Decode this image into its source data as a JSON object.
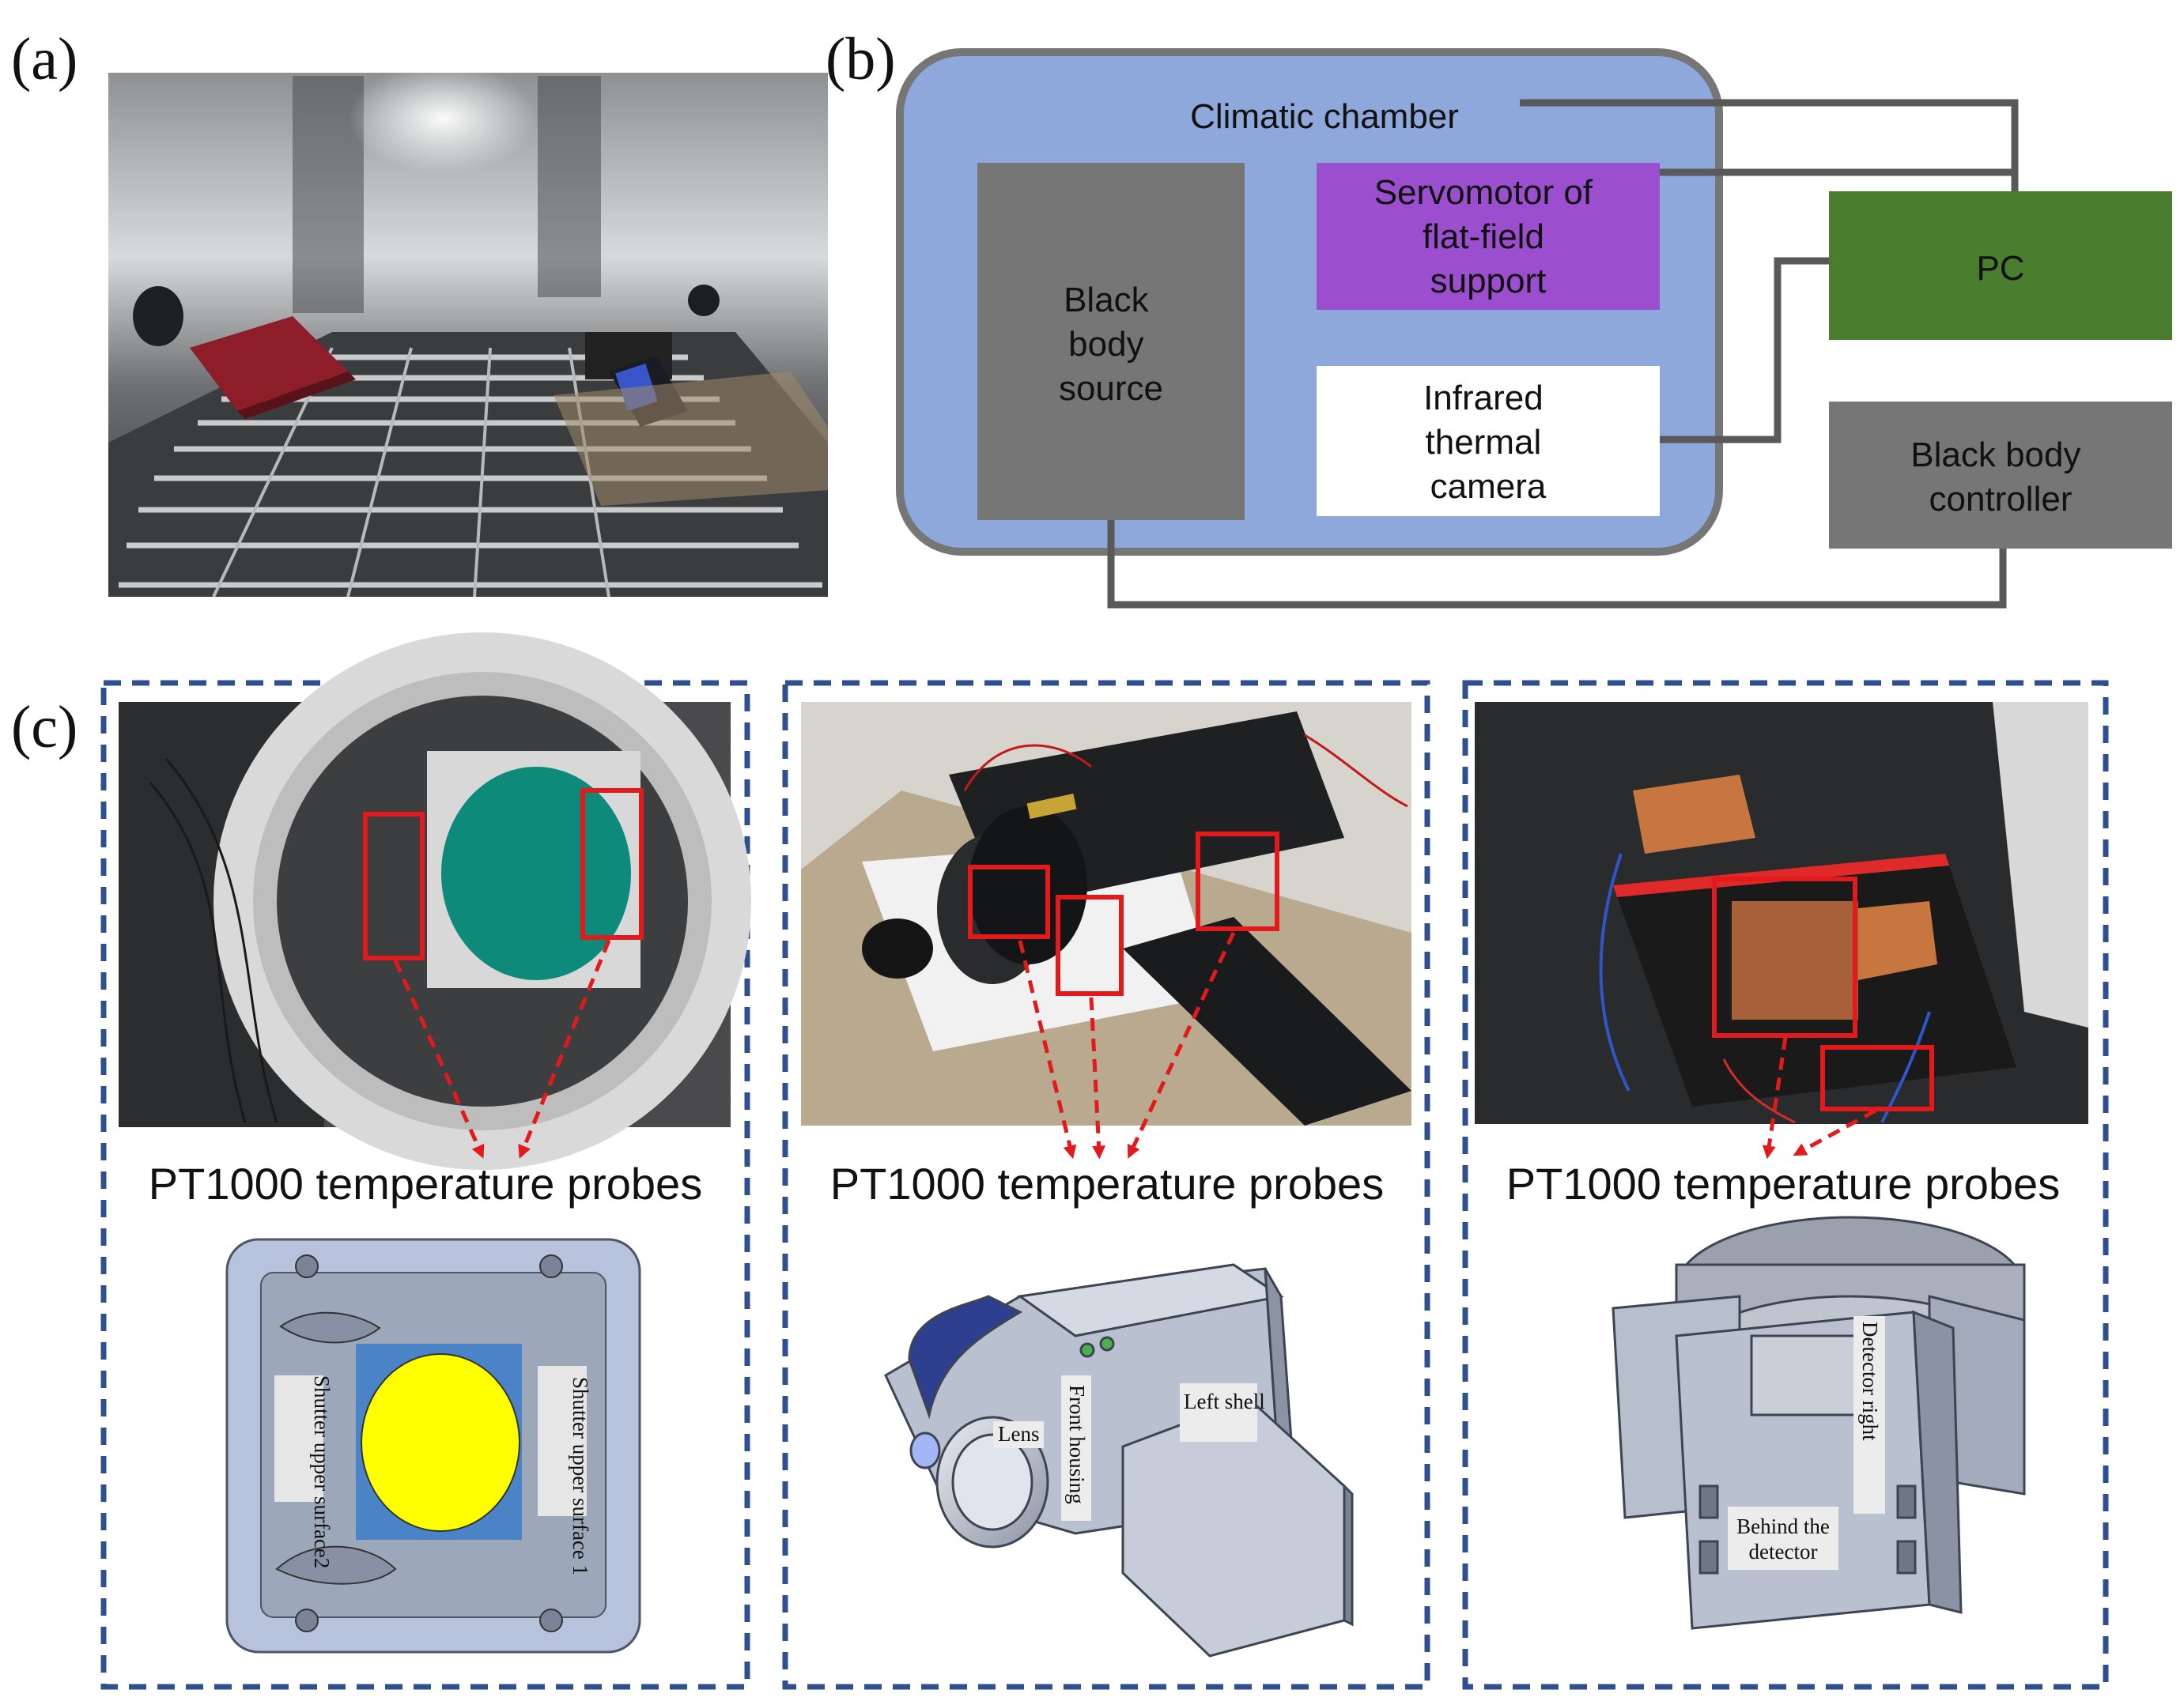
{
  "labels": {
    "a": "(a)",
    "b": "(b)",
    "c": "(c)"
  },
  "block_diagram": {
    "chamber": "Climatic chamber",
    "black_body_source": [
      "Black",
      "body",
      "source"
    ],
    "servomotor": [
      "Servomotor of",
      "flat-field",
      "support"
    ],
    "camera": [
      "Infrared",
      "thermal",
      "camera"
    ],
    "pc": "PC",
    "controller": [
      "Black body",
      "controller"
    ]
  },
  "panels": [
    {
      "probe_label": "PT1000 temperature probes",
      "tags": [
        "Shutter upper surface 1",
        "Shutter upper surface2"
      ]
    },
    {
      "probe_label": "PT1000 temperature probes",
      "tags": [
        "Lens",
        "Front housing",
        "Left shell"
      ]
    },
    {
      "probe_label": "PT1000 temperature probes",
      "tags": [
        "Behind the",
        "detector",
        "Detector right"
      ]
    }
  ],
  "colors": {
    "chamber_fill": "#8fa8dc",
    "chamber_border": "#767676",
    "block_gray": "#767676",
    "servomotor": "#9b4fcf",
    "pc": "#4b7d2f",
    "wire": "#595959",
    "highlight_red": "#e31a1c",
    "dash_border": "#2f4f8f",
    "cad_body": "#b9c0cf",
    "target_yellow": "#ffff00"
  }
}
